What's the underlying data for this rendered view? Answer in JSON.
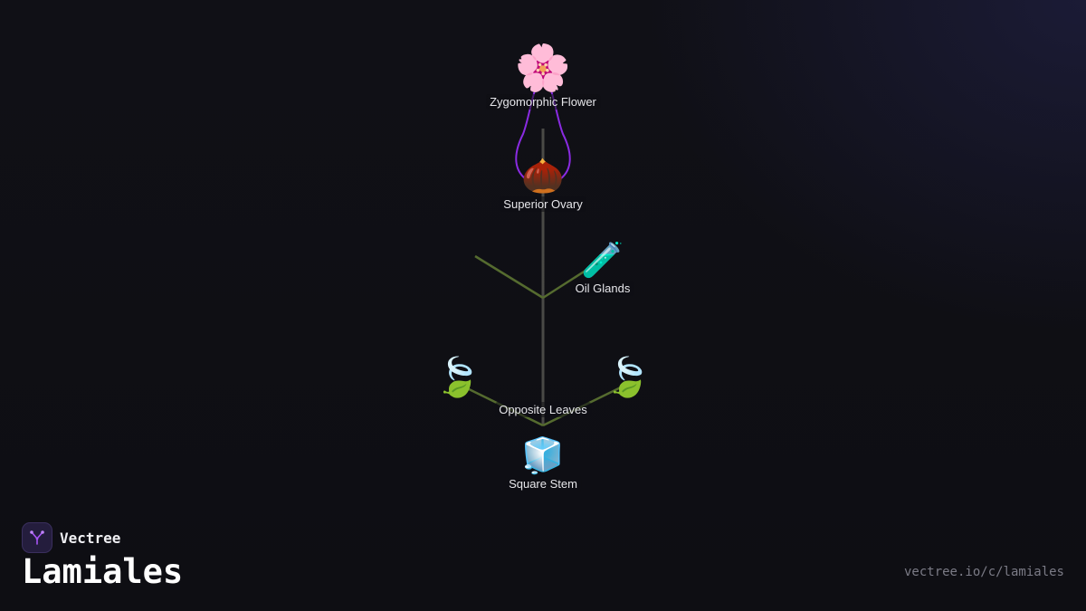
{
  "diagram": {
    "nodes": [
      {
        "id": "zygomorphic-flower",
        "label": "Zygomorphic Flower",
        "icon": "cherry-blossom-icon",
        "glyph": "🌸"
      },
      {
        "id": "superior-ovary",
        "label": "Superior Ovary",
        "icon": "chestnut-icon",
        "glyph": "🌰"
      },
      {
        "id": "oil-glands",
        "label": "Oil Glands",
        "icon": "test-tube-icon",
        "glyph": "🧪"
      },
      {
        "id": "opposite-leaves",
        "label": "Opposite Leaves",
        "icon": "leaf-fluttering-icon",
        "glyph": "🍃"
      },
      {
        "id": "square-stem",
        "label": "Square Stem",
        "icon": "ice-cube-icon",
        "glyph": "🧊"
      }
    ],
    "colors": {
      "stem": "#4a4a46",
      "branch": "#556b2f",
      "flower_outline": "#8a2be2"
    }
  },
  "brand": {
    "name": "Vectree",
    "logo_icon": "vectree-logo-icon",
    "accent": "#a855f7"
  },
  "page": {
    "title": "Lamiales",
    "url": "vectree.io/c/lamiales"
  }
}
